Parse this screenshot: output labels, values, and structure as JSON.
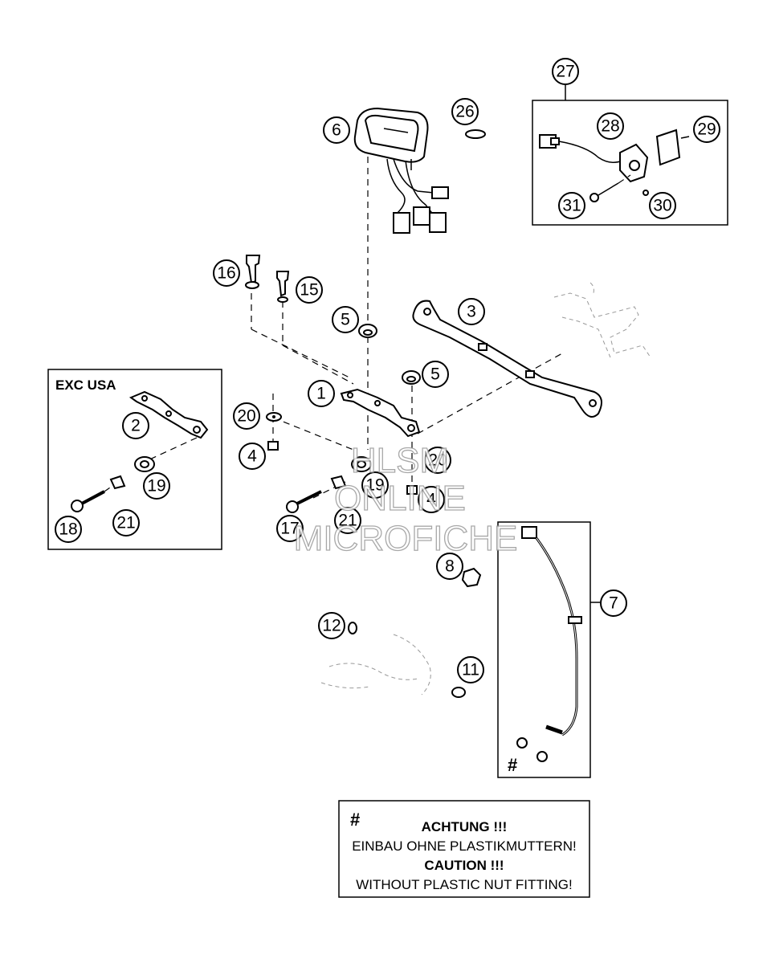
{
  "callouts": [
    "1",
    "2",
    "3",
    "4",
    "5",
    "6",
    "7",
    "8",
    "11",
    "12",
    "15",
    "16",
    "17",
    "18",
    "19",
    "20",
    "21",
    "27",
    "28",
    "29",
    "30",
    "31"
  ],
  "callout_labels": {
    "c1": "1",
    "c2": "2",
    "c3": "3",
    "c4a": "4",
    "c4b": "4",
    "c5a": "5",
    "c5b": "5",
    "c6": "6",
    "c7": "7",
    "c8": "8",
    "c11": "11",
    "c12": "12",
    "c15": "15",
    "c16": "16",
    "c17": "17",
    "c18": "18",
    "c19a": "19",
    "c19b": "19",
    "c20a": "20",
    "c20b": "20",
    "c21a": "21",
    "c21b": "21",
    "c26": "26",
    "c27": "27",
    "c28": "28",
    "c29": "29",
    "c30": "30",
    "c31": "31"
  },
  "inset_exc_usa": {
    "label": "EXC USA"
  },
  "note": {
    "symbol": "#",
    "line1": "ACHTUNG !!!",
    "line2": "EINBAU OHNE PLASTIKMUTTERN!",
    "line3": "CAUTION !!!",
    "line4": "WITHOUT PLASTIC NUT FITTING!"
  },
  "cable_symbol": "#",
  "watermark": {
    "line1": "HLSM",
    "line2": "ONLINE",
    "line3": "MICROFICHE"
  }
}
